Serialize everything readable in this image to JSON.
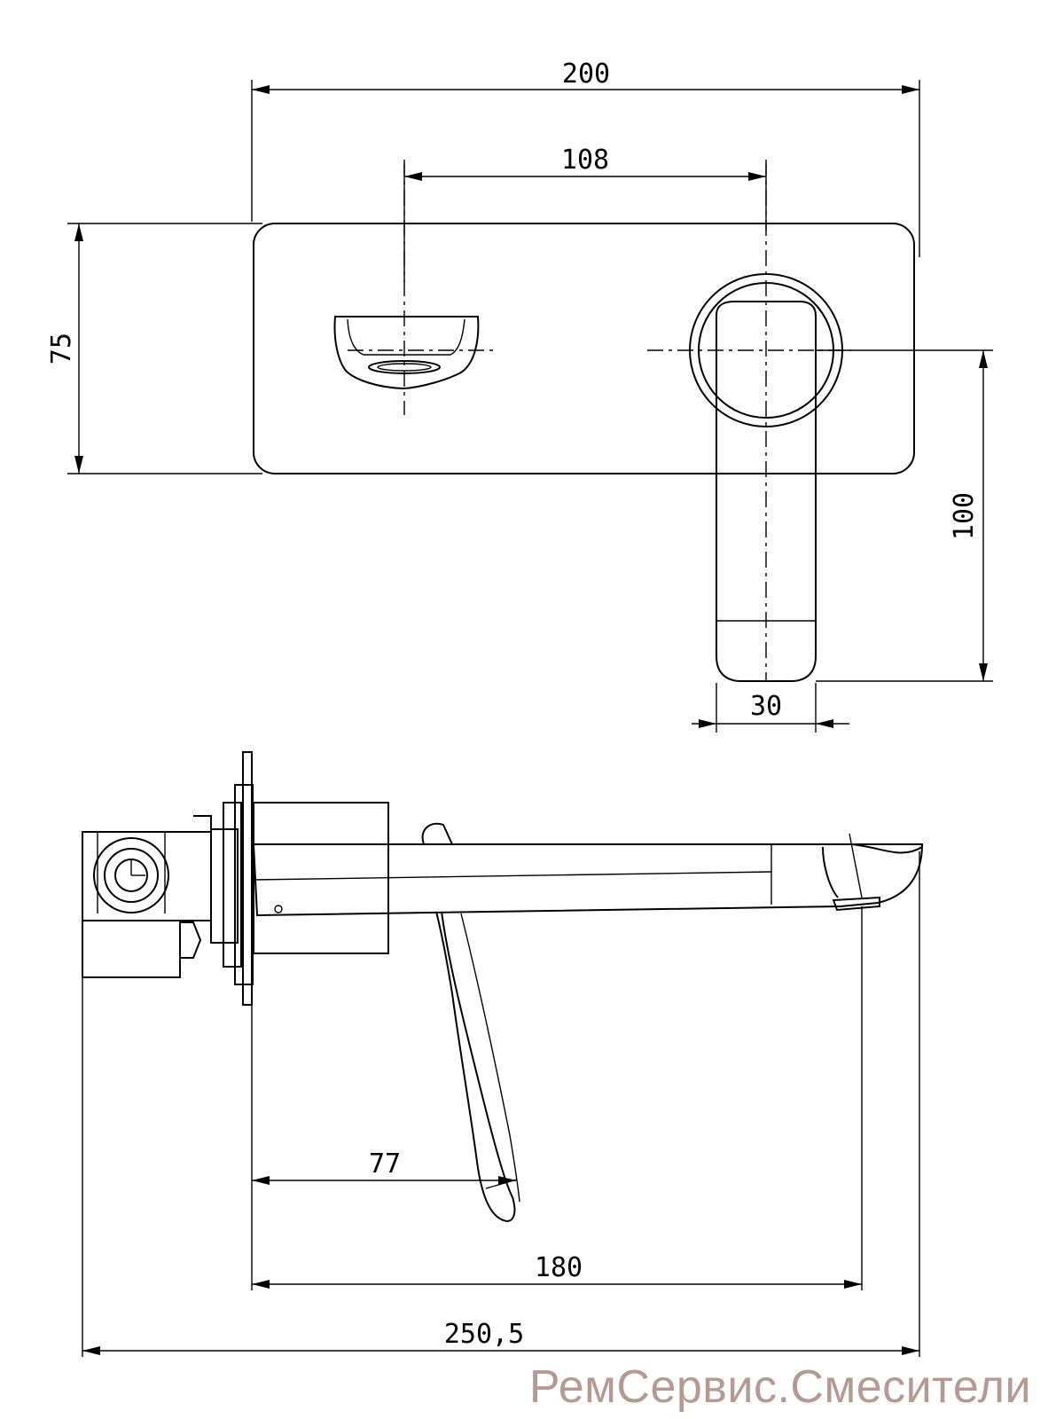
{
  "dimensions": {
    "total_width_top": "200",
    "handle_to_outlet": "108",
    "plate_height": "75",
    "handle_drop": "100",
    "handle_width": "30",
    "lever_reach": "77",
    "spout_reach": "180",
    "total_depth": "250,5"
  },
  "watermark": "РемСервис.Смесители"
}
